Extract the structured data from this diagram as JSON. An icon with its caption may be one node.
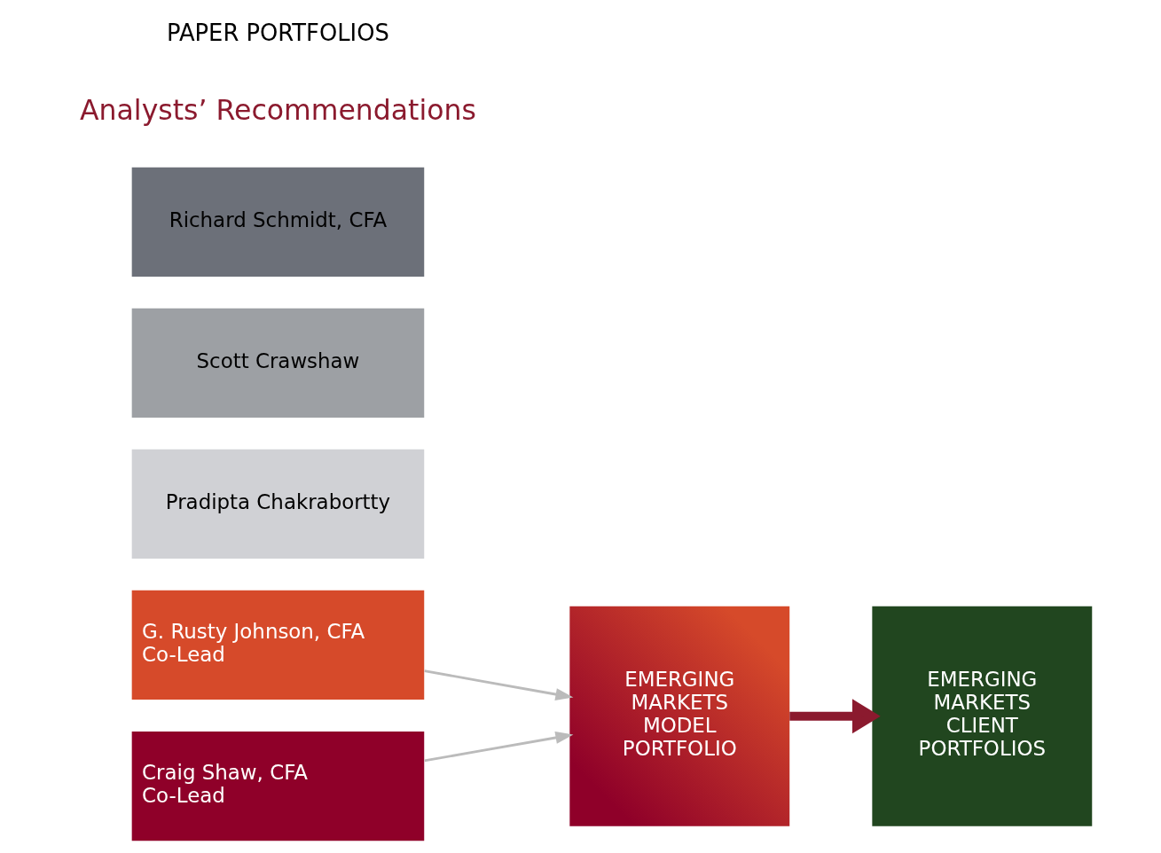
{
  "diagram": {
    "nodes": [
      {
        "text": [
          "G. Rusty Johnson, CFA",
          "Co-Lead"
        ]
      },
      {
        "text": [
          "Craig Shaw, CFA",
          "Co-Lead"
        ]
      },
      {
        "text": [
          "EMERGING MARKETS MODEL PORTFOLIO"
        ]
      },
      {
        "text": [
          "EMERGING MARKETS CLIENT PORTFOLIOS"
        ]
      },
      {
        "text": [
          "Pradipta Chakrabortty"
        ]
      },
      {
        "text": [
          "Scott Crawshaw"
        ]
      },
      {
        "text": [
          "Richard Schmidt, CFA"
        ]
      }
    ],
    "edges": [
      {
        "from": 0,
        "to": 2,
        "arrow": "to"
      },
      {
        "from": 1,
        "to": 2,
        "arrow": "to"
      },
      {
        "from": 2,
        "to": 3,
        "arrow": "to",
        "style": "thick",
        "color": "#8b1a2e"
      }
    ],
    "labels": [
      "Analysts’ Recommendations",
      "PAPER PORTFOLIOS"
    ]
  }
}
